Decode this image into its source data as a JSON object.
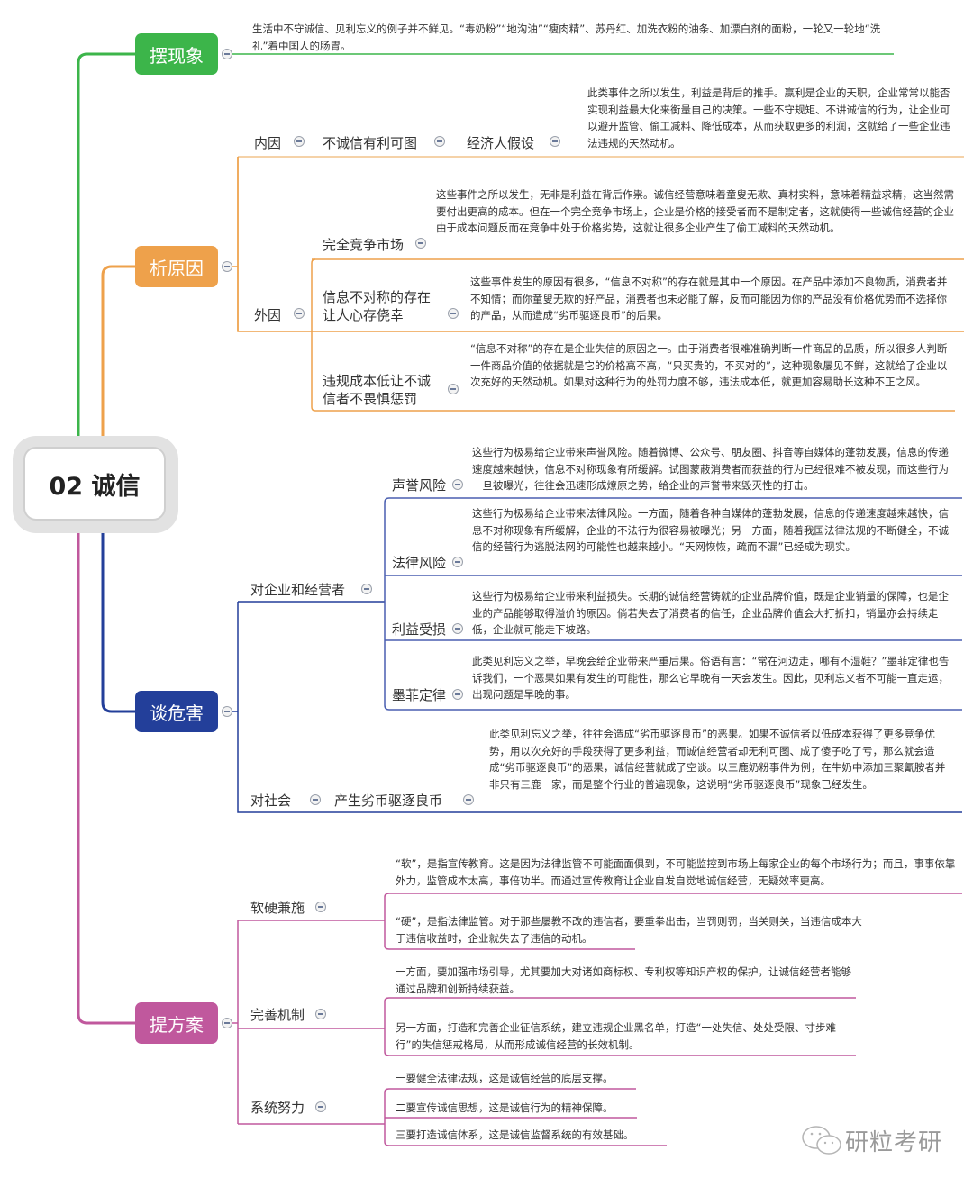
{
  "colors": {
    "branch1": "#3cb54a",
    "branch2": "#eea14b",
    "branch3": "#233f9a",
    "branch4": "#c0589d"
  },
  "root": {
    "title": "02 诚信"
  },
  "branches": {
    "phenomenon": {
      "title": "摆现象",
      "text": "生活中不守诚信、见利忘义的例子并不鲜见。“毒奶粉”“地沟油”“瘦肉精”、苏丹红、加洗衣粉的油条、加漂白剂的面粉，一轮又一轮地“洗礼”着中国人的肠胃。"
    },
    "causes": {
      "title": "析原因",
      "internal": {
        "label": "内因",
        "sub": "不诚信有利可图",
        "subsub": "经济人假设",
        "text": "此类事件之所以发生，利益是背后的推手。赢利是企业的天职，企业常常以能否实现利益最大化来衡量自己的决策。一些不守规矩、不讲诚信的行为，让企业可以避开监管、偷工减料、降低成本，从而获取更多的利润，这就给了一些企业违法违规的天然动机。"
      },
      "external": {
        "label": "外因",
        "items": [
          {
            "label": "完全竞争市场",
            "text": "这些事件之所以发生，无非是利益在背后作祟。诚信经营意味着童叟无欺、真材实料，意味着精益求精，这当然需要付出更高的成本。但在一个完全竞争市场上，企业是价格的接受者而不是制定者，这就使得一些诚信经营的企业由于成本问题反而在竞争中处于价格劣势，这就让很多企业产生了偷工减料的天然动机。"
          },
          {
            "label_line1": "信息不对称的存在",
            "label_line2": "让人心存侥幸",
            "text": "这些事件发生的原因有很多，“信息不对称”的存在就是其中一个原因。在产品中添加不良物质，消费者并不知情；而你童叟无欺的好产品，消费者也未必能了解，反而可能因为你的产品没有价格优势而不选择你的产品，从而造成“劣币驱逐良币”的后果。"
          },
          {
            "label_line1": "违规成本低让不诚",
            "label_line2": "信者不畏惧惩罚",
            "text": "“信息不对称”的存在是企业失信的原因之一。由于消费者很难准确判断一件商品的品质，所以很多人判断一件商品价值的依据就是它的价格高不高，“只买贵的，不买对的”，这种现象屡见不鲜，这就给了企业以次充好的天然动机。如果对这种行为的处罚力度不够，违法成本低，就更加容易助长这种不正之风。"
          }
        ]
      }
    },
    "harms": {
      "title": "谈危害",
      "enterprise": {
        "label": "对企业和经营者",
        "items": [
          {
            "label": "声誉风险",
            "text": "这些行为极易给企业带来声誉风险。随着微博、公众号、朋友圈、抖音等自媒体的蓬勃发展，信息的传递速度越来越快，信息不对称现象有所缓解。试图蒙蔽消费者而获益的行为已经很难不被发现，而这些行为一旦被曝光，往往会迅速形成燎原之势，给企业的声誉带来毁灭性的打击。"
          },
          {
            "label": "法律风险",
            "text": "这些行为极易给企业带来法律风险。一方面，随着各种自媒体的蓬勃发展，信息的传递速度越来越快，信息不对称现象有所缓解，企业的不法行为很容易被曝光；另一方面，随着我国法律法规的不断健全，不诚信的经营行为逃脱法网的可能性也越来越小。“天网恢恢，疏而不漏”已经成为现实。"
          },
          {
            "label": "利益受损",
            "text": "这些行为极易给企业带来利益损失。长期的诚信经营铸就的企业品牌价值，既是企业销量的保障，也是企业的产品能够取得溢价的原因。倘若失去了消费者的信任，企业品牌价值会大打折扣，销量亦会持续走低，企业就可能走下坡路。"
          },
          {
            "label": "墨菲定律",
            "text": "此类见利忘义之举，早晚会给企业带来严重后果。俗语有言：“常在河边走，哪有不湿鞋？”墨菲定律也告诉我们，一个恶果如果有发生的可能性，那么它早晚有一天会发生。因此，见利忘义者不可能一直走运，出现问题是早晚的事。"
          }
        ]
      },
      "society": {
        "label": "对社会",
        "sub": "产生劣币驱逐良币",
        "text": "此类见利忘义之举，往往会造成“劣币驱逐良币”的恶果。如果不诚信者以低成本获得了更多竞争优势，用以次充好的手段获得了更多利益，而诚信经营者却无利可图、成了傻子吃了亏，那么就会造成“劣币驱逐良币”的恶果，诚信经营就成了空谈。以三鹿奶粉事件为例，在牛奶中添加三聚氰胺者并非只有三鹿一家，而是整个行业的普遍现象，这说明“劣币驱逐良币”现象已经发生。"
      }
    },
    "solutions": {
      "title": "提方案",
      "items": [
        {
          "label": "软硬兼施",
          "texts": [
            "“软”，是指宣传教育。这是因为法律监管不可能面面俱到，不可能监控到市场上每家企业的每个市场行为；而且，事事依靠外力，监管成本太高，事倍功半。而通过宣传教育让企业自发自觉地诚信经营，无疑效率更高。",
            "“硬”，是指法律监管。对于那些屡教不改的违信者，要重拳出击，当罚则罚，当关则关，当违信成本大于违信收益时，企业就失去了违信的动机。"
          ]
        },
        {
          "label": "完善机制",
          "texts": [
            "一方面，要加强市场引导，尤其要加大对诸如商标权、专利权等知识产权的保护，让诚信经营者能够通过品牌和创新持续获益。",
            "另一方面，打造和完善企业征信系统，建立违规企业黑名单，打造“一处失信、处处受限、寸步难行”的失信惩戒格局，从而形成诚信经营的长效机制。"
          ]
        },
        {
          "label": "系统努力",
          "texts": [
            "一要健全法律法规，这是诚信经营的底层支撑。",
            "二要宣传诚信思想，这是诚信行为的精神保障。",
            "三要打造诚信体系，这是诚信监督系统的有效基础。"
          ]
        }
      ]
    }
  },
  "watermark": {
    "text": "研粒考研",
    "icon": "wechat-icon"
  }
}
